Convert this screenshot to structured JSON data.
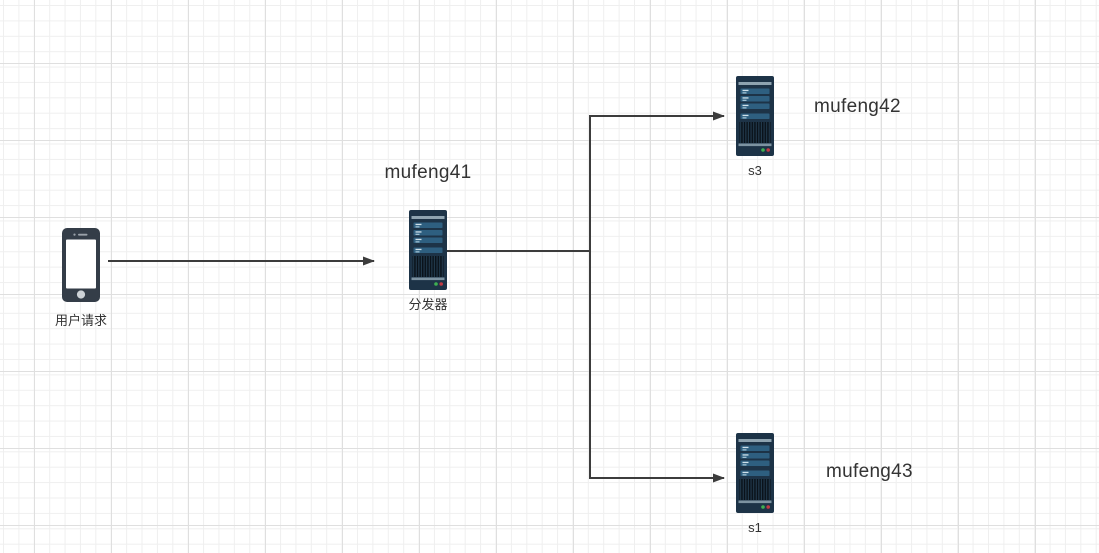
{
  "canvas": {
    "kind": "load-balancing network diagram"
  },
  "colors": {
    "edge": "#3c3c3c",
    "text": "#333333",
    "grid_minor": "#efefef",
    "grid_major": "#dfdfdf",
    "server_body": "#1d3347",
    "server_slot": "#2e5f80",
    "server_trim": "#8ea3b0",
    "server_vent": "#0a121a",
    "led_green": "#3faf52",
    "led_red": "#c13a44",
    "phone_body": "#343d48",
    "phone_screen": "#ffffff",
    "phone_button": "#cdd2d6"
  },
  "nodes": {
    "client": {
      "label": "用户请求",
      "icon": "smartphone-icon"
    },
    "dispatcher": {
      "title": "mufeng41",
      "label": "分发器",
      "icon": "server-icon"
    },
    "server_top": {
      "title": "mufeng42",
      "label": "s3",
      "icon": "server-icon"
    },
    "server_bottom": {
      "title": "mufeng43",
      "label": "s1",
      "icon": "server-icon"
    }
  },
  "edges": [
    {
      "name": "client-to-dispatcher"
    },
    {
      "name": "dispatcher-to-s3"
    },
    {
      "name": "dispatcher-to-s1"
    }
  ]
}
